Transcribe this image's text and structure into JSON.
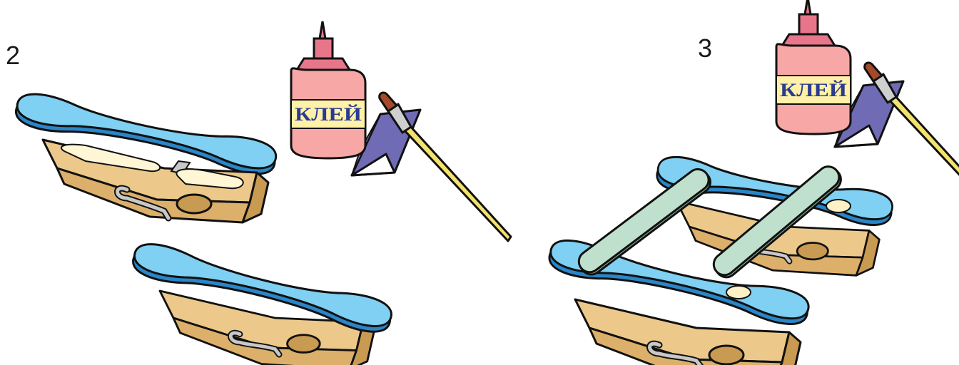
{
  "steps": [
    {
      "number": "2",
      "glue_label": "КЛЕЙ"
    },
    {
      "number": "3",
      "glue_label": "КЛЕЙ"
    }
  ],
  "colors": {
    "stick_blue": "#7fd0f2",
    "stick_blue_edge": "#2a86c8",
    "stick_green": "#bfe0cc",
    "clothespin_wood": "#ecc88a",
    "clothespin_shadow": "#c99a52",
    "spring_steel": "#c8c8c8",
    "glue_bottle": "#f6a7a6",
    "glue_label_bg": "#fff1a8",
    "glue_label_text": "#2a3b8f",
    "stand_purple": "#6f6bb5",
    "brush_handle": "#f3e26c"
  },
  "icons": [
    "popsicle-stick",
    "clothespin",
    "glue-bottle",
    "paint-brush",
    "glue-stand",
    "glue-dot"
  ]
}
